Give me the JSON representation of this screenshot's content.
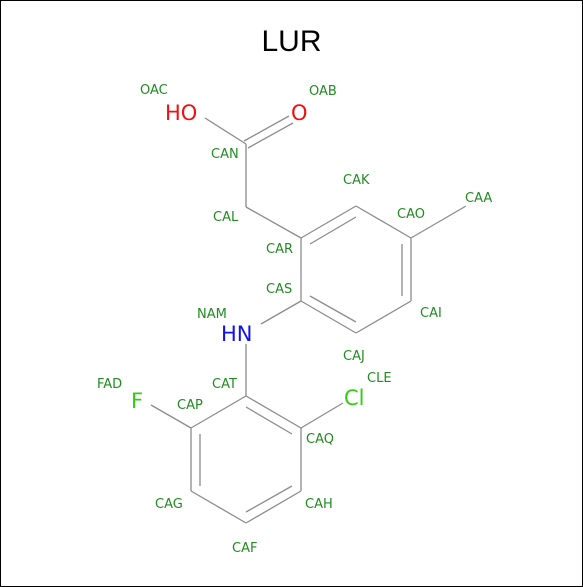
{
  "title": "LUR",
  "colors": {
    "bond": "#8c8c8c",
    "name": "#228b22",
    "oxygen": "#ee1111",
    "nitrogen": "#1111ee",
    "halogen": "#33cc11"
  },
  "atoms": {
    "ho": {
      "text": "HO",
      "element": "oxygen"
    },
    "o": {
      "text": "O",
      "element": "oxygen"
    },
    "hn": {
      "text": "HN",
      "element": "nitrogen"
    },
    "f": {
      "text": "F",
      "element": "halogen"
    },
    "cl": {
      "text": "Cl",
      "element": "halogen"
    }
  },
  "names": {
    "oac": "OAC",
    "oab": "OAB",
    "can": "CAN",
    "cal": "CAL",
    "cak": "CAK",
    "cao": "CAO",
    "caa": "CAA",
    "car": "CAR",
    "cas": "CAS",
    "cai": "CAI",
    "nam": "NAM",
    "caj": "CAJ",
    "fad": "FAD",
    "cat": "CAT",
    "cle": "CLE",
    "cap": "CAP",
    "caq": "CAQ",
    "cag": "CAG",
    "cah": "CAH",
    "caf": "CAF"
  }
}
